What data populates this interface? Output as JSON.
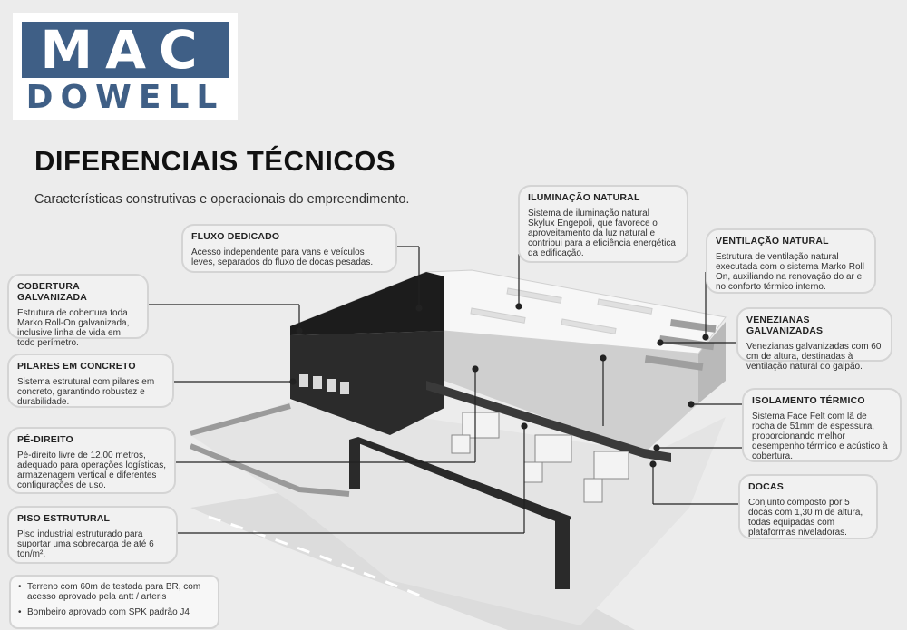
{
  "logo": {
    "line1": "MAC",
    "line2": "DOWELL",
    "color": "#3f5f86"
  },
  "header": {
    "title": "DIFERENCIAIS TÉCNICOS",
    "subtitle": "Características construtivas e operacionais do empreendimento."
  },
  "callouts": {
    "iluminacao": {
      "title": "ILUMINAÇÃO NATURAL",
      "text": "Sistema de iluminação natural Skylux Engepoli, que favorece o aproveitamento da luz natural e contribui para a eficiência energética da edificação."
    },
    "fluxo": {
      "title": "FLUXO DEDICADO",
      "text": "Acesso independente para vans e veículos leves, separados do fluxo de docas pesadas."
    },
    "ventilacao": {
      "title": "VENTILAÇÃO NATURAL",
      "text": "Estrutura de ventilação natural executada com o sistema Marko Roll On, auxiliando na renovação do ar e no conforto térmico interno."
    },
    "cobertura": {
      "title": "COBERTURA GALVANIZADA",
      "text": "Estrutura de cobertura toda Marko Roll-On galvanizada, inclusive linha de vida em todo perímetro."
    },
    "venezianas": {
      "title": "VENEZIANAS GALVANIZADAS",
      "text": "Venezianas galvanizadas com 60 cm de altura, destinadas à ventilação natural do galpão."
    },
    "pilares": {
      "title": "PILARES EM CONCRETO",
      "text": "Sistema estrutural com pilares em concreto, garantindo robustez e durabilidade."
    },
    "isolamento": {
      "title": "ISOLAMENTO TÉRMICO",
      "text": "Sistema Face Felt com lã de rocha de 51mm de espessura, proporcionando melhor desempenho térmico e acústico à cobertura."
    },
    "pedireito": {
      "title": "PÉ-DIREITO",
      "text": "Pé-direito livre de 12,00 metros, adequado para operações logísticas, armazenagem vertical e diferentes configurações de uso."
    },
    "docas": {
      "title": "DOCAS",
      "text": "Conjunto composto por 5 docas com 1,30 m de altura, todas equipadas com plataformas niveladoras."
    },
    "piso": {
      "title": "PISO ESTRUTURAL",
      "text": "Piso industrial estruturado para suportar uma sobrecarga de até 6 ton/m²."
    }
  },
  "notes": [
    "Terreno com 60m de testada para BR, com acesso aprovado pela antt / arteris",
    "Bombeiro aprovado com SPK padrão J4"
  ]
}
